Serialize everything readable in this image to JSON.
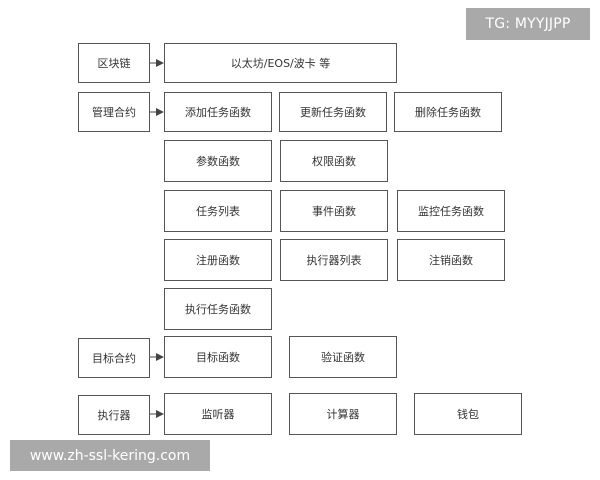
{
  "watermarks": {
    "top": "TG: MYYJJPP",
    "bottom": "www.zh-ssl-kering.com"
  },
  "rows": [
    {
      "label": "区块链",
      "items": [
        "以太坊/EOS/波卡 等"
      ]
    },
    {
      "label": "管理合约",
      "items": [
        "添加任务函数",
        "更新任务函数",
        "删除任务函数",
        "参数函数",
        "权限函数",
        "任务列表",
        "事件函数",
        "监控任务函数",
        "注册函数",
        "执行器列表",
        "注销函数",
        "执行任务函数"
      ]
    },
    {
      "label": "目标合约",
      "items": [
        "目标函数",
        "验证函数"
      ]
    },
    {
      "label": "执行器",
      "items": [
        "监听器",
        "计算器",
        "钱包"
      ]
    }
  ],
  "colors": {
    "border": "#555555",
    "watermark_bg": "#a9a9a9"
  }
}
